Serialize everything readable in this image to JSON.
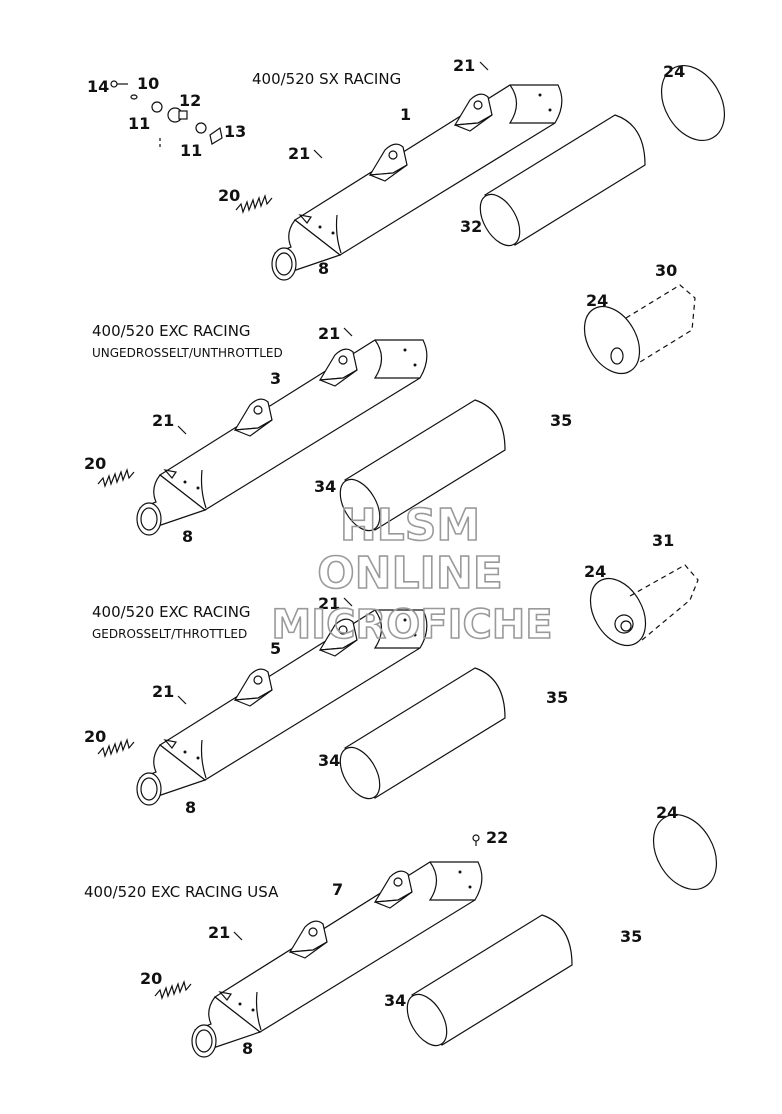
{
  "watermark": {
    "line1": "HLSM",
    "line2": "ONLINE",
    "line3": "MICROFICHE"
  },
  "sections": [
    {
      "title": "400/520 SX RACING",
      "subtitle": ""
    },
    {
      "title": "400/520 EXC RACING",
      "subtitle": "UNGEDROSSELT/UNTHROTTLED"
    },
    {
      "title": "400/520 EXC RACING",
      "subtitle": "GEDROSSELT/THROTTLED"
    },
    {
      "title": "400/520 EXC RACING USA",
      "subtitle": ""
    }
  ],
  "callouts": {
    "s1": {
      "p14": "14",
      "p10": "10",
      "p12": "12",
      "p11a": "11",
      "p11b": "11",
      "p13": "13",
      "p21a": "21",
      "p1": "1",
      "p21b": "21",
      "p24": "24",
      "p20": "20",
      "p32": "32",
      "p8": "8"
    },
    "s2": {
      "p30": "30",
      "p21a": "21",
      "p24": "24",
      "p3": "3",
      "p21b": "21",
      "p35": "35",
      "p20": "20",
      "p34": "34",
      "p8": "8"
    },
    "s3": {
      "p31": "31",
      "p24": "24",
      "p21a": "21",
      "p5": "5",
      "p21b": "21",
      "p35": "35",
      "p20": "20",
      "p34": "34",
      "p8": "8"
    },
    "s4": {
      "p24": "24",
      "p22": "22",
      "p7": "7",
      "p21": "21",
      "p35": "35",
      "p20": "20",
      "p34": "34",
      "p8": "8"
    }
  }
}
